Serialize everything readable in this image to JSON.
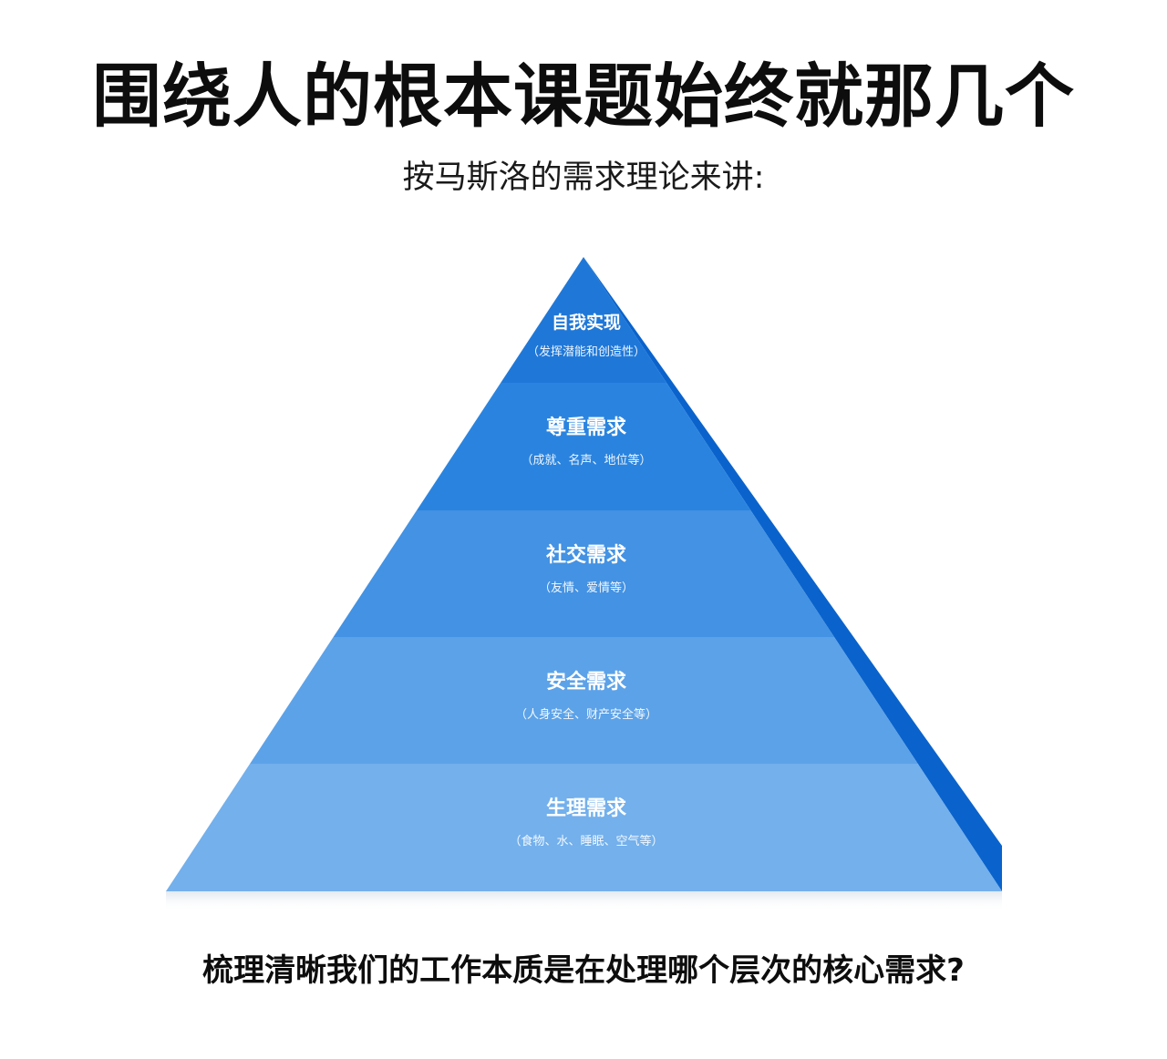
{
  "title": "围绕人的根本课题始终就那几个",
  "subtitle": "按马斯洛的需求理论来讲:",
  "pyramid": {
    "levels": [
      {
        "name": "自我实现",
        "desc": "（发挥潜能和创造性）",
        "color": "#1f78d8"
      },
      {
        "name": "尊重需求",
        "desc": "（成就、名声、地位等）",
        "color": "#2a84df"
      },
      {
        "name": "社交需求",
        "desc": "（友情、爱情等）",
        "color": "#4392e3"
      },
      {
        "name": "安全需求",
        "desc": "（人身安全、财产安全等）",
        "color": "#5ca2e8"
      },
      {
        "name": "生理需求",
        "desc": "（食物、水、睡眠、空气等）",
        "color": "#73b0ec"
      }
    ],
    "side_color": "#0a63cc",
    "shadow_color": "#e6ecf2"
  },
  "bottom_question": "梳理清晰我们的工作本质是在处理哪个层次的核心需求?"
}
